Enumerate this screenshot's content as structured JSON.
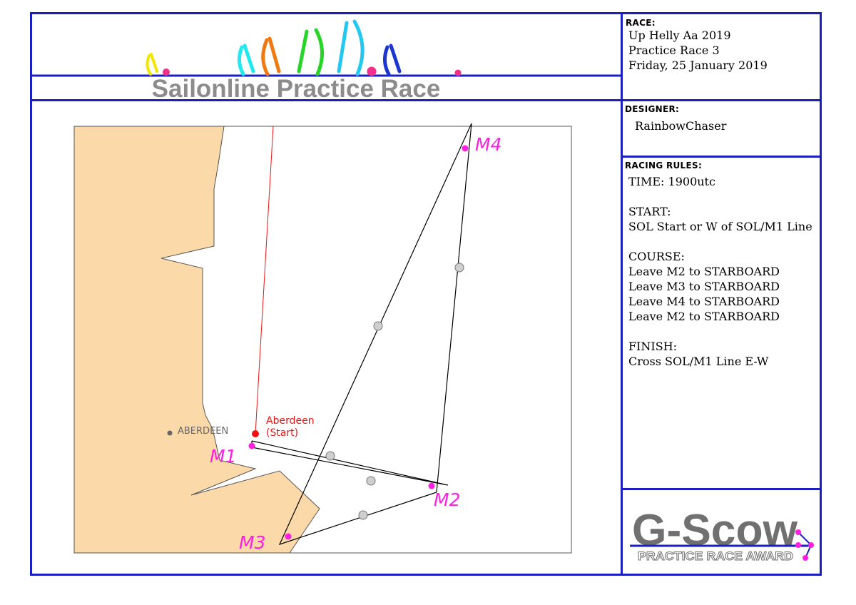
{
  "banner": {
    "title": "Sailonline Practice Race"
  },
  "race": {
    "label": "RACE:",
    "line1": "Up Helly Aa 2019",
    "line2": "Practice Race 3",
    "line3": "Friday, 25 January 2019"
  },
  "designer": {
    "label": "DESIGNER:",
    "name": "RainbowChaser"
  },
  "rules": {
    "label": "RACING RULES:",
    "time": "TIME: 1900utc",
    "start_heading": "START:",
    "start_text": "SOL Start or W of SOL/M1 Line",
    "course_heading": "COURSE:",
    "course_items": [
      "Leave M2 to STARBOARD",
      "Leave M3 to STARBOARD",
      "Leave M4 to STARBOARD",
      "Leave M2 to STARBOARD"
    ],
    "finish_heading": "FINISH:",
    "finish_text": "Cross SOL/M1 Line E-W"
  },
  "map": {
    "city_label": "ABERDEEN",
    "start_label_line1": "Aberdeen",
    "start_label_line2": "(Start)",
    "marks": [
      "M1",
      "M2",
      "M3",
      "M4"
    ],
    "colors": {
      "land": "#fbd9a8",
      "sea": "#ffffff",
      "mark": "#ff1fe0",
      "start": "#ee1111",
      "route": "#000000"
    }
  },
  "award": {
    "title": "G-Scow",
    "subtitle": "PRACTICE RACE AWARD"
  },
  "colors": {
    "frame": "#1b1fc0",
    "banner_text": "#8c8c8c"
  }
}
